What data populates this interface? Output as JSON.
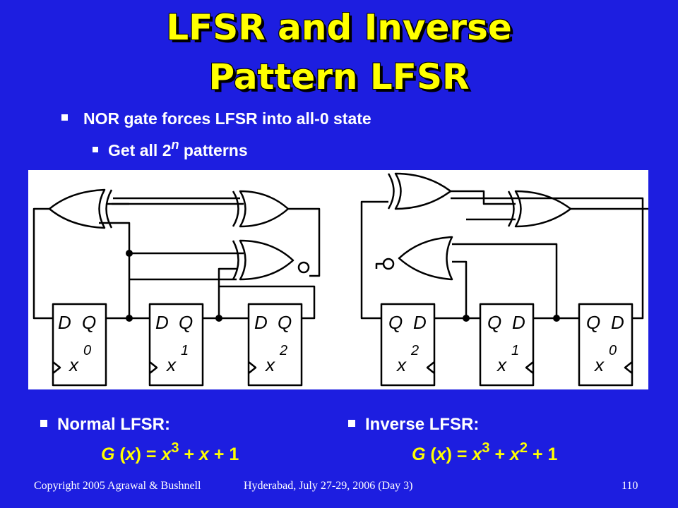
{
  "slide": {
    "title_line1": "LFSR and Inverse",
    "title_line2": "Pattern LFSR",
    "bullet1": "NOR gate forces LFSR into all-0 state",
    "bullet2_prefix": "Get all 2",
    "bullet2_sup": "n",
    "bullet2_suffix": " patterns"
  },
  "diagram": {
    "left_flipflops": [
      {
        "d": "D",
        "q": "Q",
        "var": "x",
        "sup": "0"
      },
      {
        "d": "D",
        "q": "Q",
        "var": "x",
        "sup": "1"
      },
      {
        "d": "D",
        "q": "Q",
        "var": "x",
        "sup": "2"
      }
    ],
    "right_flipflops": [
      {
        "q": "Q",
        "d": "D",
        "var": "x",
        "sup": "2"
      },
      {
        "q": "Q",
        "d": "D",
        "var": "x",
        "sup": "1"
      },
      {
        "q": "Q",
        "d": "D",
        "var": "x",
        "sup": "0"
      }
    ]
  },
  "normal": {
    "label": "Normal LFSR:",
    "g": "G",
    "x1": "x",
    "eq": ") = ",
    "x2": "x",
    "sup": "3",
    "rest": " + ",
    "x3": "x",
    "tail": " + 1"
  },
  "inverse": {
    "label": "Inverse LFSR:",
    "g": "G",
    "x1": "x",
    "eq": ") = ",
    "x2": "x",
    "sup1": "3",
    "mid": " + ",
    "x3": "x",
    "sup2": "2",
    "tail": " + 1"
  },
  "footer": {
    "left": "Copyright 2005 Agrawal & Bushnell",
    "center": "Hyderabad, July 27-29, 2006 (Day 3)",
    "page": "110"
  },
  "colors": {
    "background": "#1d1ee0",
    "title": "#ffff00",
    "formula": "#ffff00",
    "text": "#ffffff"
  }
}
